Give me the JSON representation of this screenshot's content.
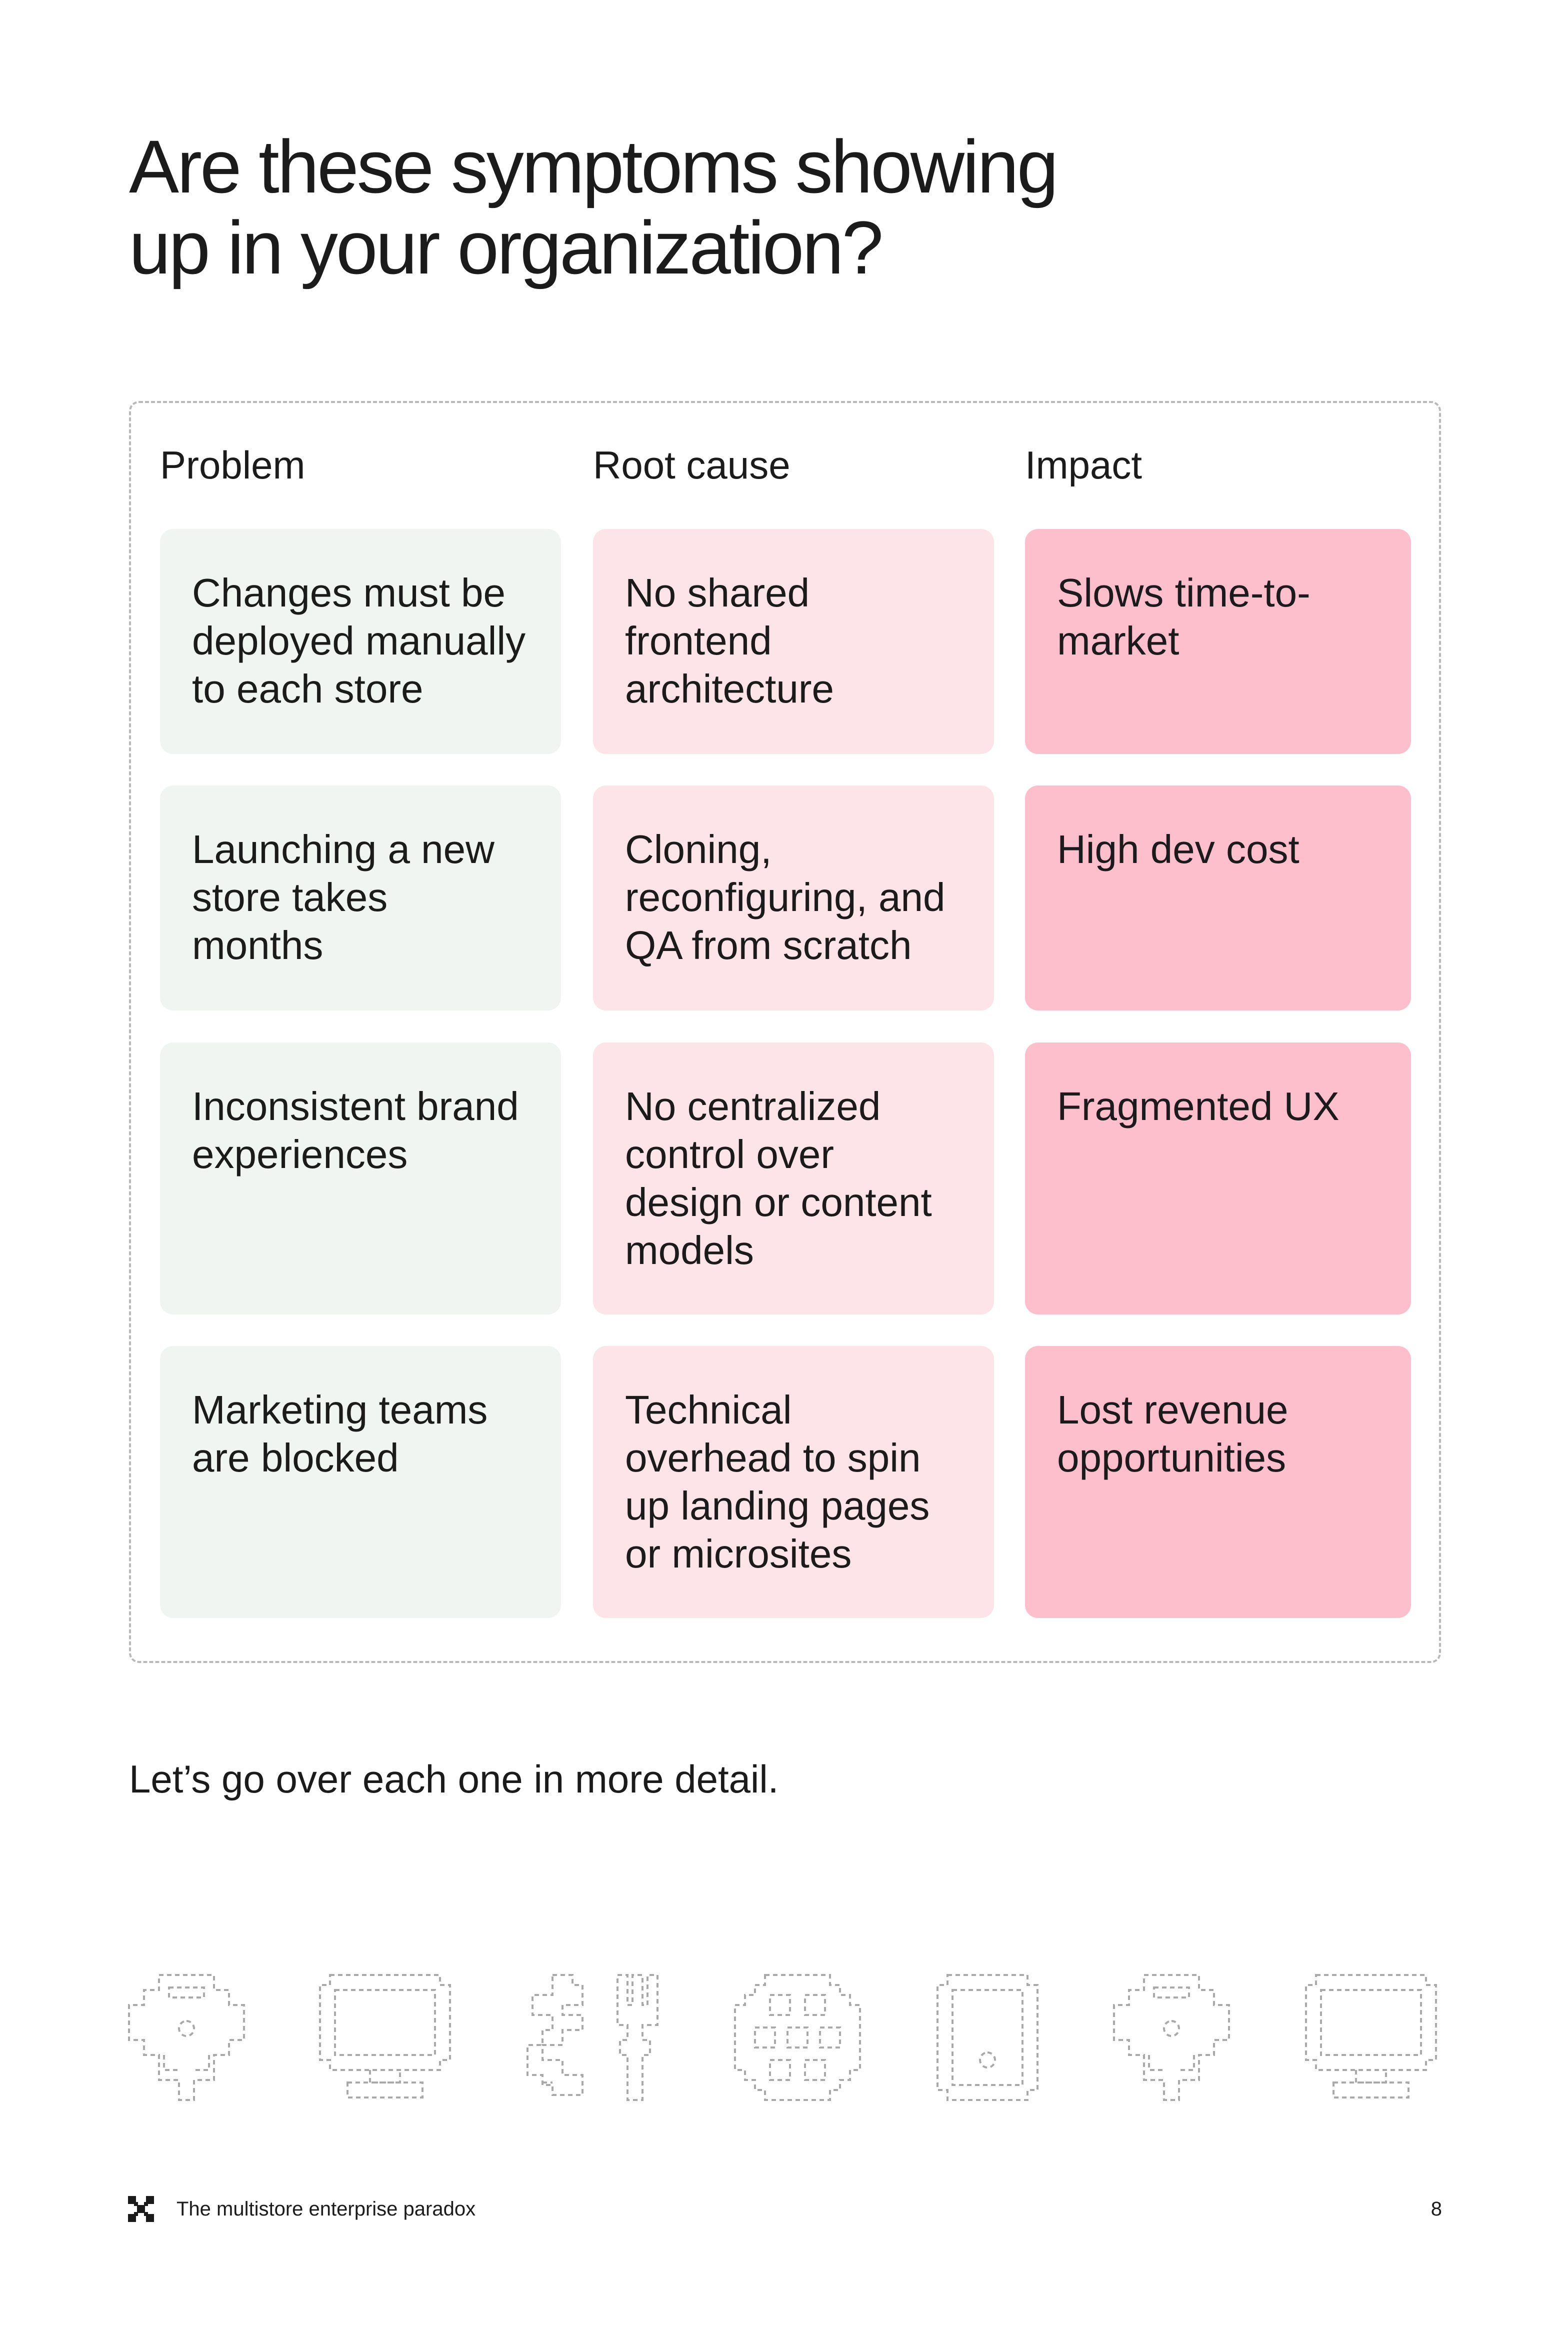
{
  "title": {
    "line1": "Are these symptoms showing",
    "line2": "up in your organization?"
  },
  "table": {
    "headers": {
      "problem": "Problem",
      "root_cause": "Root cause",
      "impact": "Impact"
    },
    "rows": [
      {
        "problem": "Changes must be deployed manually to each store",
        "root_cause": "No shared frontend architecture",
        "impact": "Slows time-to-market"
      },
      {
        "problem": "Launching a new store takes months",
        "root_cause": "Cloning, reconfiguring, and QA from scratch",
        "impact": "High dev cost"
      },
      {
        "problem": "Inconsistent brand experiences",
        "root_cause": "No centralized control over design or content models",
        "impact": "Fragmented UX"
      },
      {
        "problem": "Marketing teams are blocked",
        "root_cause": "Technical overhead to spin up landing pages or microsites",
        "impact": "Lost revenue opportunities"
      }
    ],
    "colors": {
      "problem_bg": "#f1f5f2",
      "root_cause_bg": "#fde4e9",
      "impact_bg": "#fdbfcc"
    }
  },
  "followup": "Let’s go over each one in more detail.",
  "icons": [
    "pixel-robot-icon",
    "pixel-monitor-icon",
    "pixel-fork-tools-icon",
    "pixel-cookie-icon",
    "pixel-phone-icon",
    "pixel-robot-icon",
    "pixel-monitor-icon"
  ],
  "footer": {
    "logo": "brand-logo-icon",
    "text": "The multistore enterprise paradox",
    "page_number": "8"
  }
}
